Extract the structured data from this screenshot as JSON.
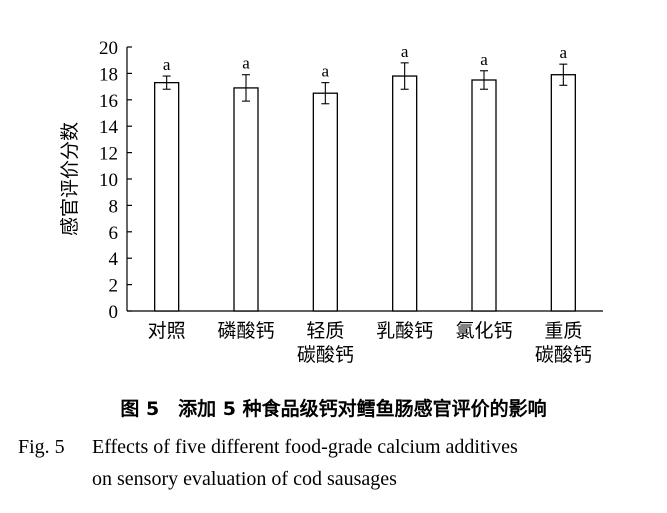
{
  "chart_data": {
    "type": "bar",
    "ylabel": "感官评价分数",
    "ylim": [
      0,
      20
    ],
    "yticks": [
      0,
      2,
      4,
      6,
      8,
      10,
      12,
      14,
      16,
      18,
      20
    ],
    "categories": [
      [
        "对照"
      ],
      [
        "磷酸钙"
      ],
      [
        "轻质",
        "碳酸钙"
      ],
      [
        "乳酸钙"
      ],
      [
        "氯化钙"
      ],
      [
        "重质",
        "碳酸钙"
      ]
    ],
    "values": [
      17.3,
      16.9,
      16.5,
      17.8,
      17.5,
      17.9
    ],
    "errors": [
      0.5,
      1.0,
      0.8,
      1.0,
      0.7,
      0.8
    ],
    "significance": [
      "a",
      "a",
      "a",
      "a",
      "a",
      "a"
    ],
    "colors": {
      "bar_fill": "#ffffff",
      "bar_stroke": "#000000"
    }
  },
  "caption": {
    "cn": "图 5　添加 5 种食品级钙对鳕鱼肠感官评价的影响",
    "en_label": "Fig. 5",
    "en_line1": "Effects of five different food-grade calcium additives",
    "en_line2": "on sensory evaluation of cod sausages"
  }
}
